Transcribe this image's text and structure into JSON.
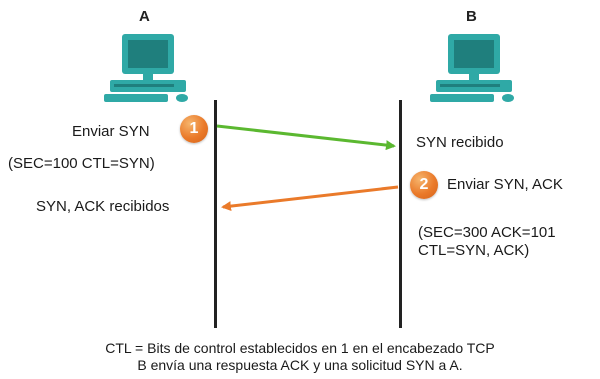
{
  "hosts": {
    "a": {
      "label": "A"
    },
    "b": {
      "label": "B"
    }
  },
  "steps": {
    "step1": {
      "number": "1",
      "send_label": "Enviar SYN",
      "params": "(SEC=100 CTL=SYN)",
      "received_label": "SYN recibido",
      "arrow_color": "#5bb830"
    },
    "step2": {
      "number": "2",
      "send_label": "Enviar SYN, ACK",
      "params_line1": "(SEC=300 ACK=101",
      "params_line2": "CTL=SYN, ACK)",
      "received_label": "SYN, ACK recibidos",
      "arrow_color": "#ea7a2a"
    }
  },
  "caption": {
    "line1": "CTL = Bits de control establecidos en 1 en el encabezado TCP",
    "line2": "B envía una respuesta ACK y una solicitud SYN a A."
  },
  "colors": {
    "computer": "#2fa9a6",
    "computer_dark": "#1f7f7d",
    "badge": "#ea7a2a"
  }
}
